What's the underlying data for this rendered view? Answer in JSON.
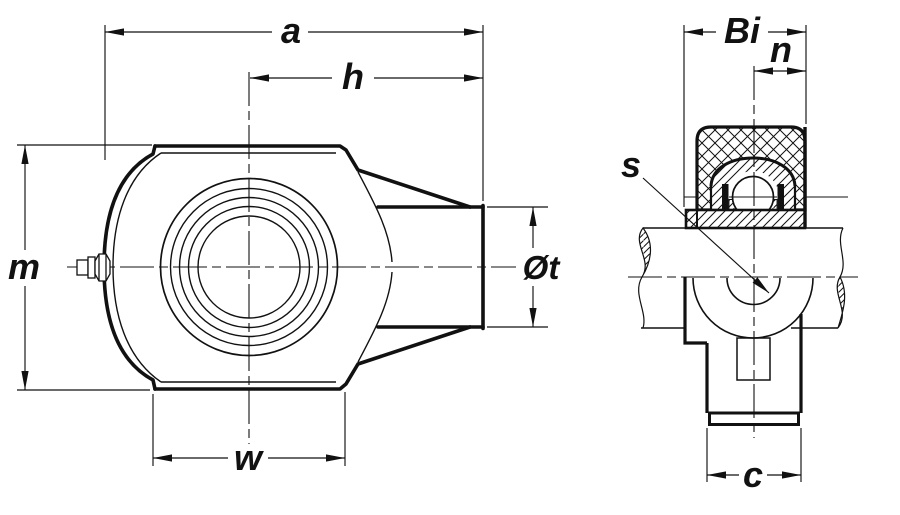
{
  "drawing_type": "bearing-unit-dimensional-drawing",
  "colors": {
    "line": "#111111",
    "background": "#ffffff"
  },
  "front_view": {
    "dim_labels": {
      "a": "a",
      "h": "h",
      "m": "m",
      "w": "w",
      "diameter_t": "Øt"
    }
  },
  "side_view": {
    "dim_labels": {
      "bi": "Bi",
      "n": "n",
      "s": "s",
      "c": "c"
    }
  }
}
